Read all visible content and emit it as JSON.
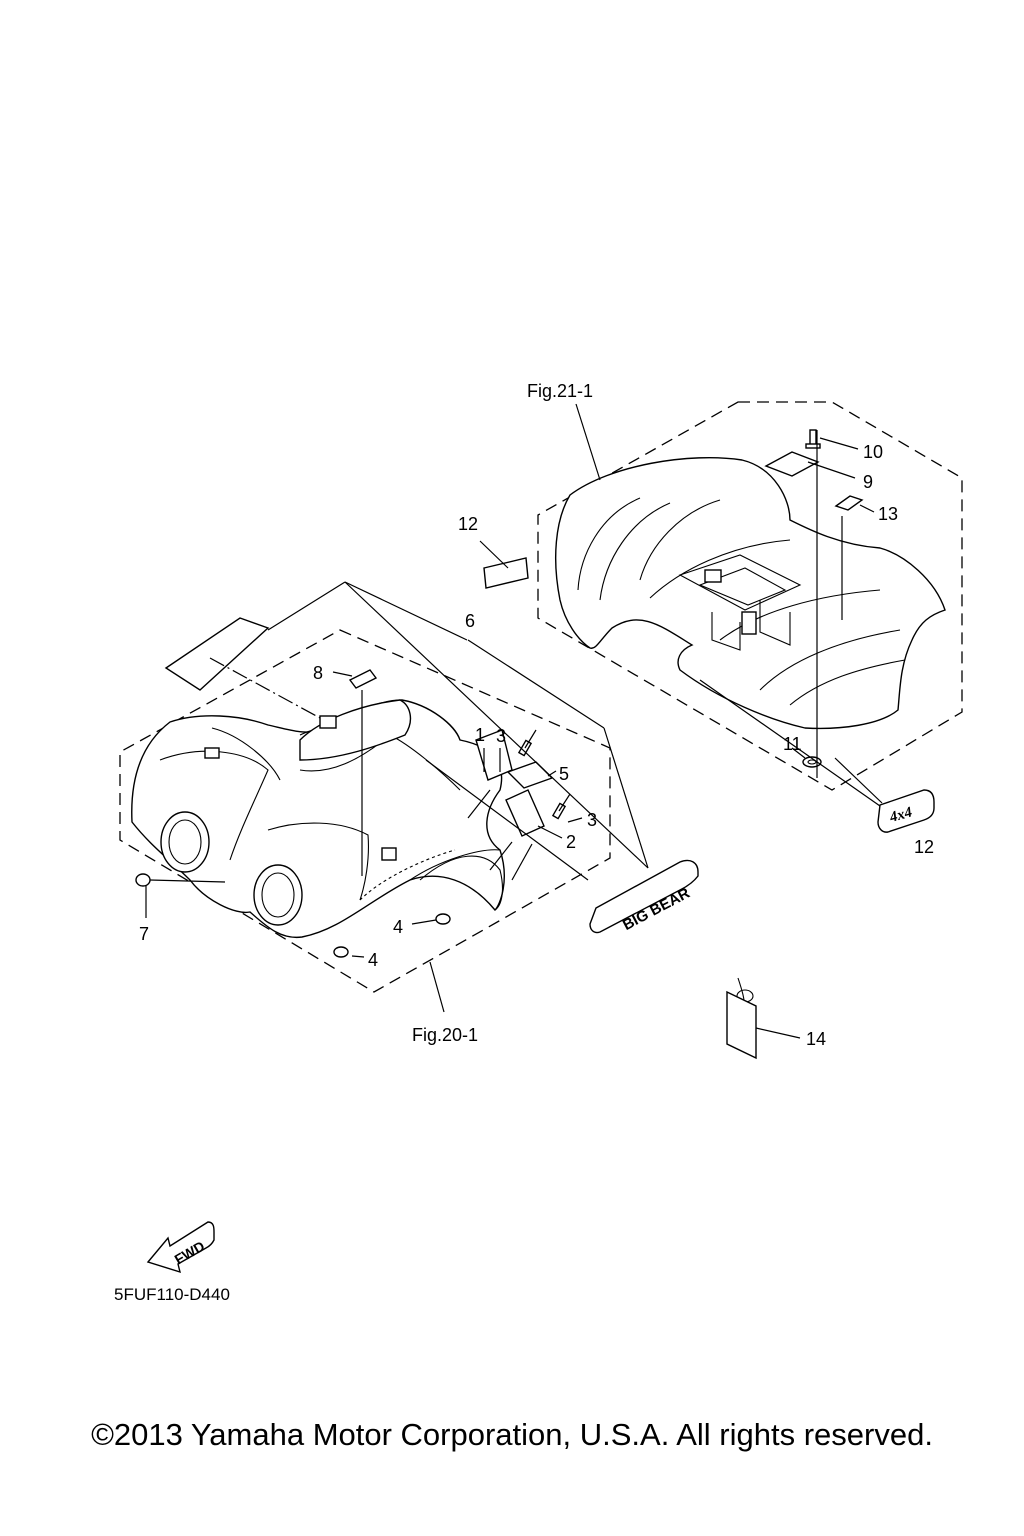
{
  "figure_refs": {
    "rear_fender": "Fig.21-1",
    "front_fender": "Fig.20-1"
  },
  "callouts": [
    {
      "id": "c1",
      "label": "1"
    },
    {
      "id": "c2",
      "label": "2"
    },
    {
      "id": "c3a",
      "label": "3"
    },
    {
      "id": "c3b",
      "label": "3"
    },
    {
      "id": "c4a",
      "label": "4"
    },
    {
      "id": "c4b",
      "label": "4"
    },
    {
      "id": "c5",
      "label": "5"
    },
    {
      "id": "c6",
      "label": "6"
    },
    {
      "id": "c7",
      "label": "7"
    },
    {
      "id": "c8",
      "label": "8"
    },
    {
      "id": "c9",
      "label": "9"
    },
    {
      "id": "c10",
      "label": "10"
    },
    {
      "id": "c11",
      "label": "11"
    },
    {
      "id": "c12a",
      "label": "12"
    },
    {
      "id": "c12b",
      "label": "12"
    },
    {
      "id": "c13",
      "label": "13"
    },
    {
      "id": "c14",
      "label": "14"
    }
  ],
  "decals": {
    "big_bear": "BIG BEAR",
    "four_by_four": "4x4",
    "fwd": "FWD"
  },
  "diagram_code": "5FUF110-D440",
  "copyright": "©2013 Yamaha Motor Corporation, U.S.A. All rights reserved."
}
